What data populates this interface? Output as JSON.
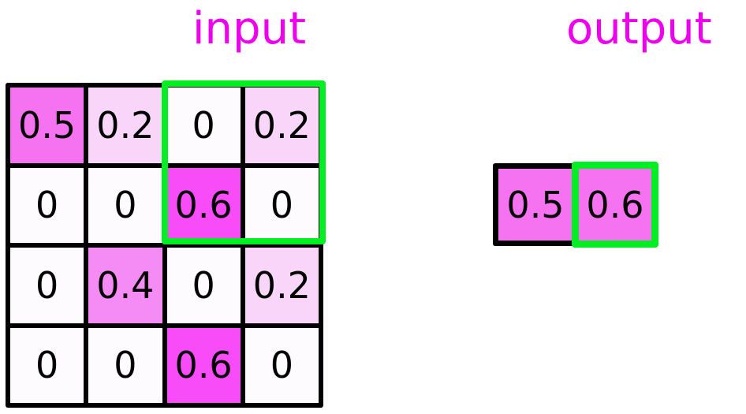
{
  "labels": {
    "input": "input",
    "output": "output"
  },
  "colors": {
    "heading": "#ee00ee",
    "highlight": "#00ee22",
    "border": "#000000",
    "value_0": "#fdfbfd",
    "value_02": "#f9d5f9",
    "value_04": "#f58bf5",
    "value_05": "#f573f0",
    "value_06": "#f84cf8"
  },
  "chart_data": {
    "type": "heatmap",
    "title": "input",
    "xlabel": "",
    "ylabel": "",
    "grid": true,
    "rows": 4,
    "cols": 4,
    "values": [
      [
        0.5,
        0.2,
        0,
        0.2
      ],
      [
        0,
        0,
        0.6,
        0
      ],
      [
        0,
        0.4,
        0,
        0.2
      ],
      [
        0,
        0,
        0.6,
        0
      ]
    ],
    "annotations": [
      {
        "name": "pooling-window",
        "color": "#00ee22",
        "rows": [
          0,
          1
        ],
        "cols": [
          2,
          3
        ]
      }
    ]
  },
  "input_grid": {
    "cells": [
      {
        "value": "0.5",
        "color": "#f573f0"
      },
      {
        "value": "0.2",
        "color": "#f9d5f9"
      },
      {
        "value": "0",
        "color": "#fdfbfd"
      },
      {
        "value": "0.2",
        "color": "#f9d5f9"
      },
      {
        "value": "0",
        "color": "#fdfbfd"
      },
      {
        "value": "0",
        "color": "#fdfbfd"
      },
      {
        "value": "0.6",
        "color": "#f84cf8"
      },
      {
        "value": "0",
        "color": "#fdfbfd"
      },
      {
        "value": "0",
        "color": "#fdfbfd"
      },
      {
        "value": "0.4",
        "color": "#f58bf5"
      },
      {
        "value": "0",
        "color": "#fdfbfd"
      },
      {
        "value": "0.2",
        "color": "#f9d5f9"
      },
      {
        "value": "0",
        "color": "#fdfbfd"
      },
      {
        "value": "0",
        "color": "#fdfbfd"
      },
      {
        "value": "0.6",
        "color": "#f84cf8"
      },
      {
        "value": "0",
        "color": "#fdfbfd"
      }
    ]
  },
  "output_grid": {
    "cells": [
      {
        "value": "0.5",
        "color": "#f573f0",
        "outline": "#000000"
      },
      {
        "value": "0.6",
        "color": "#f573f0",
        "outline": "#00ee22"
      }
    ]
  }
}
